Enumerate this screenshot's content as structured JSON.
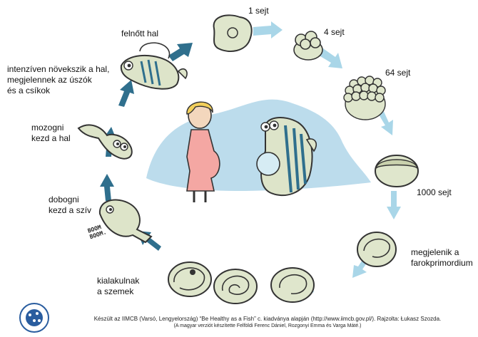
{
  "diagram": {
    "stages": [
      {
        "id": "one-cell",
        "label": "1 sejt"
      },
      {
        "id": "four-cells",
        "label": "4 sejt"
      },
      {
        "id": "sixtyfour-cells",
        "label": "64 sejt"
      },
      {
        "id": "thousand-cells",
        "label": "1000 sejt"
      },
      {
        "id": "tail-primordium",
        "label_lines": [
          "megjelenik a",
          "farokprimordium"
        ]
      },
      {
        "id": "eyes-form",
        "label_lines": [
          "kialakulnak",
          "a szemek"
        ]
      },
      {
        "id": "heart-beats",
        "label_lines": [
          "dobogni",
          "kezd a szív"
        ]
      },
      {
        "id": "fish-moves",
        "label_lines": [
          "mozogni",
          "kezd a hal"
        ]
      },
      {
        "id": "fins-appear",
        "label_lines": [
          "intenzíven növekszik a hal,",
          "megjelennek az úszók",
          "és a csíkok"
        ]
      },
      {
        "id": "adult-fish",
        "label": "felnőtt hal"
      }
    ],
    "sound_effect_lines": [
      "BOOM",
      "BOOM."
    ]
  },
  "credits": {
    "line1": "Készült az IIMCB (Varsó, Lengyelország) “Be Healthy as a Fish” c. kiadványa alapján (http://www.iimcb.gov.pl/). Rajzolta: Łukasz Szozda.",
    "line2": "(A magyar verziót készítette Felföldi Ferenc Dániel, Rozgonyi Emma és Varga Máté.)"
  },
  "colors": {
    "arrow_light": "#a9d6e8",
    "arrow_dark": "#2f6f8d",
    "center_blob": "#bcdcec",
    "embryo_fill": "#dfe6cc",
    "fish_fill": "#dde4c9"
  }
}
